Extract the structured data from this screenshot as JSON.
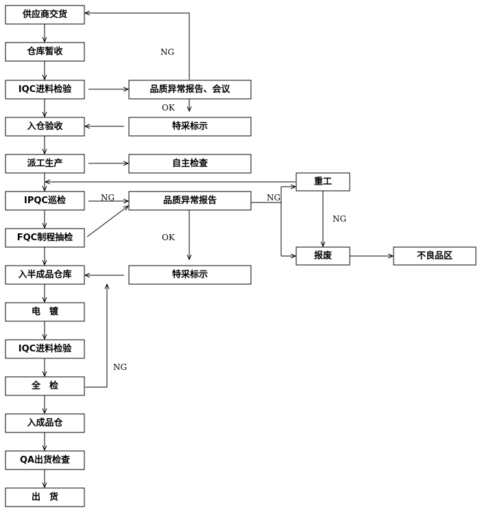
{
  "boxes": {
    "supplier_delivery": "供应商交货",
    "warehouse_temp": "仓库暂收",
    "iqc_incoming_1": "IQC进料检验",
    "warehouse_accept": "入仓验收",
    "dispatch_production": "派工生产",
    "ipqc_patrol": "IPQC巡检",
    "fqc_sampling": "FQC制程抽检",
    "semi_finished_store": "入半成品仓库",
    "plating": "电　镀",
    "iqc_incoming_2": "IQC进料检验",
    "full_inspection": "全　检",
    "finished_store": "入成品仓",
    "qa_shipping": "QA出货检查",
    "shipping": "出　货",
    "quality_report_meeting": "品质异常报告、会议",
    "special_accept_1": "特采标示",
    "self_inspection": "自主检查",
    "quality_report": "品质异常报告",
    "special_accept_2": "特采标示",
    "rework": "重工",
    "scrap": "报废",
    "defective_area": "不良品区"
  },
  "labels": {
    "ng_top": "NG",
    "ok_top": "OK",
    "ng_ipqc": "NG",
    "ok_mid": "OK",
    "ng_report_right": "NG",
    "ng_rework_scrap": "NG",
    "ng_full_inspection": "NG"
  },
  "colors": {
    "stroke": "#000000",
    "fill": "#ffffff",
    "text": "#000000"
  }
}
